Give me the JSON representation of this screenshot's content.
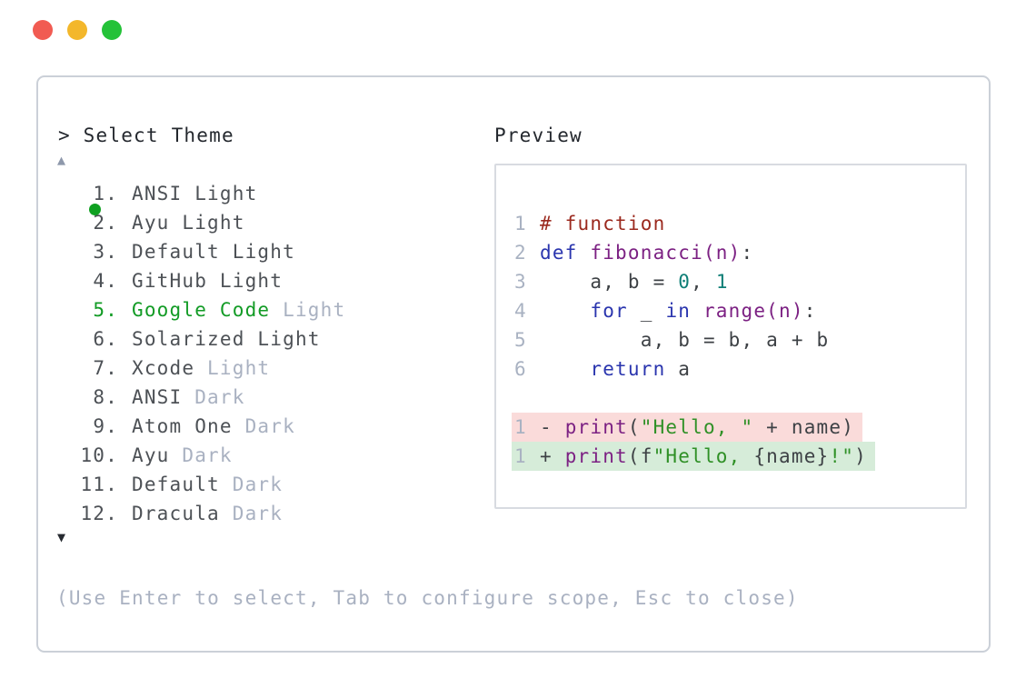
{
  "window": {
    "traffic_lights": [
      {
        "name": "close",
        "color": "#f15b52"
      },
      {
        "name": "minimize",
        "color": "#f3b72b"
      },
      {
        "name": "maximize",
        "color": "#24c238"
      }
    ]
  },
  "picker": {
    "prompt": "> Select Theme",
    "scroll_up_icon": "▲",
    "scroll_down_icon": "▼",
    "help": "(Use Enter to select, Tab to configure scope, Esc to close)",
    "selected_index": 5,
    "items": [
      {
        "number": "1.",
        "name": "ANSI Light",
        "suffix": "",
        "selected": false
      },
      {
        "number": "2.",
        "name": "Ayu Light",
        "suffix": "",
        "selected": false
      },
      {
        "number": "3.",
        "name": "Default Light",
        "suffix": "",
        "selected": false
      },
      {
        "number": "4.",
        "name": "GitHub Light",
        "suffix": "",
        "selected": false
      },
      {
        "number": "5.",
        "name": "Google Code",
        "suffix": " Light",
        "selected": true
      },
      {
        "number": "6.",
        "name": "Solarized Light",
        "suffix": "",
        "selected": false
      },
      {
        "number": "7.",
        "name": "Xcode",
        "suffix": " Light",
        "selected": false
      },
      {
        "number": "8.",
        "name": "ANSI",
        "suffix": " Dark",
        "selected": false
      },
      {
        "number": "9.",
        "name": "Atom One",
        "suffix": " Dark",
        "selected": false
      },
      {
        "number": "10.",
        "name": "Ayu",
        "suffix": " Dark",
        "selected": false
      },
      {
        "number": "11.",
        "name": "Default",
        "suffix": " Dark",
        "selected": false
      },
      {
        "number": "12.",
        "name": "Dracula",
        "suffix": " Dark",
        "selected": false
      }
    ]
  },
  "preview": {
    "title": "Preview",
    "code_lines": [
      {
        "num": "1",
        "tokens": [
          {
            "type": "comment",
            "text": "# function"
          }
        ]
      },
      {
        "num": "2",
        "tokens": [
          {
            "type": "kw",
            "text": "def"
          },
          {
            "type": "plain",
            "text": " "
          },
          {
            "type": "title",
            "text": "fibonacci(n)"
          },
          {
            "type": "plain",
            "text": ":"
          }
        ]
      },
      {
        "num": "3",
        "tokens": [
          {
            "type": "plain",
            "text": "    a, b = "
          },
          {
            "type": "number",
            "text": "0"
          },
          {
            "type": "plain",
            "text": ", "
          },
          {
            "type": "number",
            "text": "1"
          }
        ]
      },
      {
        "num": "4",
        "tokens": [
          {
            "type": "plain",
            "text": "    "
          },
          {
            "type": "kw",
            "text": "for"
          },
          {
            "type": "plain",
            "text": " _ "
          },
          {
            "type": "kw",
            "text": "in"
          },
          {
            "type": "plain",
            "text": " "
          },
          {
            "type": "title",
            "text": "range(n)"
          },
          {
            "type": "plain",
            "text": ":"
          }
        ]
      },
      {
        "num": "5",
        "tokens": [
          {
            "type": "plain",
            "text": "        a, b = b, a + b"
          }
        ]
      },
      {
        "num": "6",
        "tokens": [
          {
            "type": "plain",
            "text": "    "
          },
          {
            "type": "kw",
            "text": "return"
          },
          {
            "type": "plain",
            "text": " a"
          }
        ]
      }
    ],
    "diff_lines": [
      {
        "num": "1",
        "change": "removed",
        "tokens": [
          {
            "type": "plain",
            "text": "- "
          },
          {
            "type": "title",
            "text": "print"
          },
          {
            "type": "plain",
            "text": "("
          },
          {
            "type": "string",
            "text": "\"Hello, \""
          },
          {
            "type": "plain",
            "text": " + name)"
          }
        ]
      },
      {
        "num": "1",
        "change": "added",
        "tokens": [
          {
            "type": "plain",
            "text": "+ "
          },
          {
            "type": "title",
            "text": "print"
          },
          {
            "type": "plain",
            "text": "(f"
          },
          {
            "type": "string",
            "text": "\"Hello, "
          },
          {
            "type": "plain",
            "text": "{name}"
          },
          {
            "type": "string",
            "text": "!\""
          },
          {
            "type": "plain",
            "text": ")"
          }
        ]
      }
    ]
  },
  "palette": {
    "panel_border": "#cbd0d8",
    "preview_border": "#d8dbe1",
    "text_dark": "#24282e",
    "list_text": "#4d5156",
    "dimmed_text": "#a9b1c1",
    "selected_green": "#129b25",
    "line_number": "#a9b2c2",
    "syntax_comment": "#9b291e",
    "syntax_keyword": "#2a35ae",
    "syntax_title": "#7c2183",
    "syntax_number": "#0e7e76",
    "syntax_string": "#2f9026",
    "diff_removed_bg": "#fadbda",
    "diff_added_bg": "#d6ecd9"
  }
}
